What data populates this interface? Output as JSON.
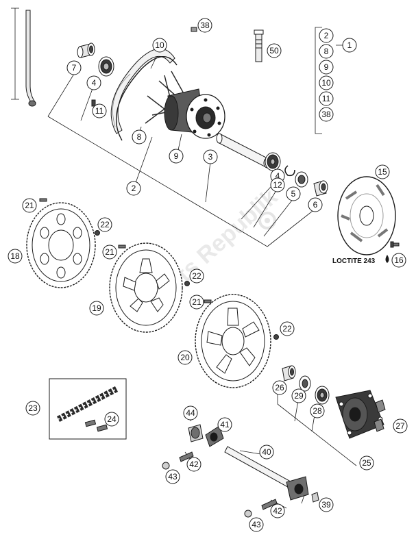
{
  "diagram": {
    "callouts": [
      {
        "label": "1",
        "part": "kit-marker"
      },
      {
        "label": "2",
        "part": "rim"
      },
      {
        "label": "3",
        "part": "spacer-sleeve"
      },
      {
        "label": "4",
        "part": "wheel-bearing"
      },
      {
        "label": "4",
        "part": "wheel-bearing"
      },
      {
        "label": "5",
        "part": "shaft-seal"
      },
      {
        "label": "6",
        "part": "spacer-bushing"
      },
      {
        "label": "7",
        "part": "spacer-bushing"
      },
      {
        "label": "8",
        "part": "spoke-set"
      },
      {
        "label": "9",
        "part": "rear-hub"
      },
      {
        "label": "10",
        "part": "rim"
      },
      {
        "label": "11",
        "part": "spoke-nipple"
      },
      {
        "label": "12",
        "part": "circlip"
      },
      {
        "label": "15",
        "part": "brake-disc"
      },
      {
        "label": "16",
        "part": "disc-screw"
      },
      {
        "label": "18",
        "part": "rear-sprocket"
      },
      {
        "label": "19",
        "part": "rear-sprocket"
      },
      {
        "label": "20",
        "part": "rear-sprocket"
      },
      {
        "label": "21",
        "part": "sprocket-screw"
      },
      {
        "label": "21",
        "part": "sprocket-screw"
      },
      {
        "label": "21",
        "part": "sprocket-screw"
      },
      {
        "label": "22",
        "part": "sprocket-nut"
      },
      {
        "label": "22",
        "part": "sprocket-nut"
      },
      {
        "label": "22",
        "part": "sprocket-nut"
      },
      {
        "label": "23",
        "part": "drive-chain"
      },
      {
        "label": "24",
        "part": "chain-master-link"
      },
      {
        "label": "25",
        "part": "sprocket-carrier"
      },
      {
        "label": "26",
        "part": "spacer-bushing"
      },
      {
        "label": "27",
        "part": "damper-rubber"
      },
      {
        "label": "28",
        "part": "ball-bearing"
      },
      {
        "label": "29",
        "part": "shaft-seal"
      },
      {
        "label": "38",
        "part": "balance-weight"
      },
      {
        "label": "39",
        "part": "collar-bushing"
      },
      {
        "label": "40",
        "part": "wheel-spindle"
      },
      {
        "label": "41",
        "part": "chain-adjuster"
      },
      {
        "label": "42",
        "part": "adjusting-screw"
      },
      {
        "label": "42",
        "part": "adjusting-screw"
      },
      {
        "label": "43",
        "part": "lock-nut"
      },
      {
        "label": "43",
        "part": "lock-nut"
      },
      {
        "label": "44",
        "part": "axle-nut"
      },
      {
        "label": "50",
        "part": "valve"
      }
    ],
    "kit_contents": [
      "2",
      "8",
      "9",
      "10",
      "11",
      "38"
    ],
    "note": "LOCTITE 243",
    "watermark": "Parts Republik",
    "colors": {
      "line": "#1a1a1a",
      "part_fill": "#ffffff",
      "shade": "#6e6e6e",
      "dark": "#2a2a2a",
      "watermark": "#cfcfcf"
    }
  }
}
